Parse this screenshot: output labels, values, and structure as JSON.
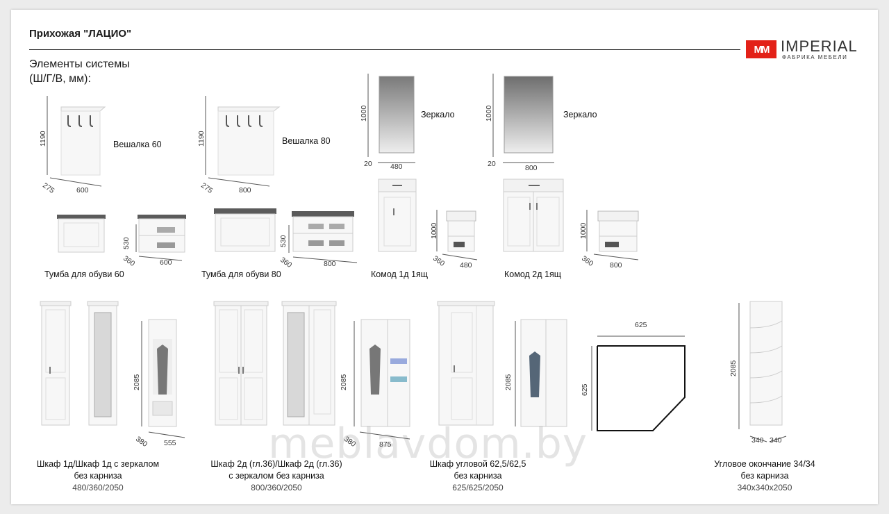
{
  "header": {
    "title": "Прихожая \"ЛАЦИО\"",
    "subtitle_line1": "Элементы системы",
    "subtitle_line2": "(Ш/Г/В, мм):"
  },
  "logo": {
    "mark": "MM",
    "name": "IMPERIAL",
    "sub": "ФАБРИКА МЕБЕЛИ",
    "color": "#e32118"
  },
  "items": {
    "veshalka60": {
      "label": "Вешалка 60",
      "h": "1190",
      "d": "275",
      "w": "600"
    },
    "veshalka80": {
      "label": "Вешалка 80",
      "h": "1190",
      "d": "275",
      "w": "800"
    },
    "mirror1": {
      "label": "Зеркало",
      "h": "1000",
      "d": "20",
      "w": "480"
    },
    "mirror2": {
      "label": "Зеркало",
      "h": "1000",
      "d": "20",
      "w": "800"
    },
    "tumba60": {
      "label": "Тумба для обуви 60",
      "h": "530",
      "d": "360",
      "w": "600"
    },
    "tumba80": {
      "label": "Тумба для обуви 80",
      "h": "530",
      "d": "360",
      "w": "800"
    },
    "komod1": {
      "label": "Комод 1д 1ящ",
      "h": "1000",
      "d": "360",
      "w": "480"
    },
    "komod2": {
      "label": "Комод 2д 1ящ",
      "h": "1000",
      "d": "360",
      "w": "800"
    },
    "shkaf1": {
      "line1": "Шкаф 1д/Шкаф 1д с зеркалом",
      "line2": "без карниза",
      "size": "480/360/2050",
      "h": "2085",
      "d": "380",
      "w": "555"
    },
    "shkaf2": {
      "line1": "Шкаф 2д (гл.36)/Шкаф 2д (гл.36)",
      "line2": "с зеркалом без карниза",
      "size": "800/360/2050",
      "h": "2085",
      "d": "380",
      "w": "875"
    },
    "corner": {
      "line1": "Шкаф угловой 62,5/62,5",
      "line2": "без карниза",
      "size": "625/625/2050",
      "h": "2085",
      "plan_w": "625",
      "plan_h": "625"
    },
    "ending": {
      "line1": "Угловое окончание 34/34",
      "line2": "без карниза",
      "size": "340x340x2050",
      "h": "2085",
      "d1": "340",
      "d2": "340"
    }
  },
  "watermark": "meblavdom.by"
}
